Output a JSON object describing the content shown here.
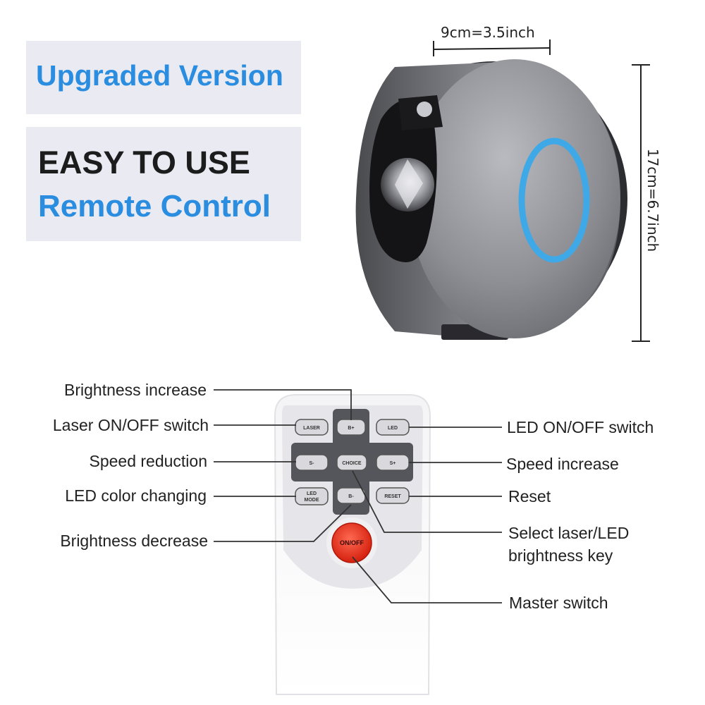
{
  "banner": {
    "top": "Upgraded Version",
    "line1": "EASY TO USE",
    "line2": "Remote Control"
  },
  "dimensions": {
    "width": "9cm=3.5inch",
    "height": "17cm=6.7inch"
  },
  "remote": {
    "buttons": {
      "laser": "LASER",
      "b_plus": "B+",
      "led": "LED",
      "s_minus": "S-",
      "choice": "CHOICE",
      "s_plus": "S+",
      "led_mode_1": "LED",
      "led_mode_2": "MODE",
      "b_minus": "B-",
      "reset": "RESET",
      "on_off": "ON/OFF"
    }
  },
  "callouts": {
    "brightness_increase": "Brightness increase",
    "laser_switch": "Laser ON/OFF switch",
    "speed_reduction": "Speed reduction",
    "led_color": "LED color changing",
    "brightness_decrease": "Brightness decrease",
    "led_switch": "LED ON/OFF switch",
    "speed_increase": "Speed increase",
    "reset": "Reset",
    "select_line1": "Select laser/LED",
    "select_line2": "brightness key",
    "master_switch": "Master switch"
  },
  "colors": {
    "accent_blue": "#2b8de0",
    "ring_blue": "#3fa9e8",
    "power_red": "#e8321f",
    "panel": "#e9eaf2"
  }
}
